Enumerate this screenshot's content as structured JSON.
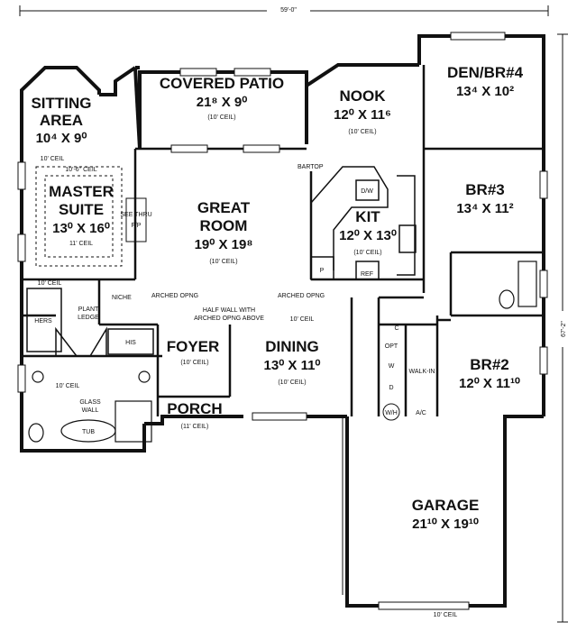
{
  "overall": {
    "width_label": "59'-0\"",
    "depth_label": "67'-2\""
  },
  "rooms": {
    "covered_patio": {
      "name": "COVERED PATIO",
      "dim": "21⁸ X 9⁰",
      "ceil": "(10' CEIL)"
    },
    "sitting_area": {
      "name1": "SITTING",
      "name2": "AREA",
      "dim": "10⁴ X 9⁰"
    },
    "master_suite": {
      "name1": "MASTER",
      "name2": "SUITE",
      "dim": "13⁰ X 16⁰",
      "ceil_tray": "10'-6\" CEIL",
      "ceil": "11' CEIL"
    },
    "nook": {
      "name": "NOOK",
      "dim": "12⁰ X 11⁶",
      "ceil": "(10' CEIL)"
    },
    "den": {
      "name": "DEN/BR#4",
      "dim": "13⁴ X 10²"
    },
    "great_room": {
      "name1": "GREAT",
      "name2": "ROOM",
      "dim": "19⁰ X 19⁸",
      "ceil": "(10' CEIL)"
    },
    "kit": {
      "name": "KIT",
      "dim": "12⁰ X 13⁰",
      "ceil": "(10' CEIL)"
    },
    "br3": {
      "name": "BR#3",
      "dim": "13⁴ X 11²"
    },
    "foyer": {
      "name": "FOYER",
      "ceil": "(10' CEIL)"
    },
    "dining": {
      "name": "DINING",
      "dim": "13⁰ X 11⁰",
      "ceil": "(10' CEIL)"
    },
    "br2": {
      "name": "BR#2",
      "dim": "12⁰ X 11¹⁰"
    },
    "porch": {
      "name": "PORCH",
      "ceil": "(11' CEIL)"
    },
    "garage": {
      "name": "GARAGE",
      "dim": "21¹⁰ X 19¹⁰",
      "ceil": "10' CEIL"
    }
  },
  "labels": {
    "bartop": "BARTOP",
    "dw": "D/W",
    "see_thru_1": "SEE THRU",
    "see_thru_2": "F/P",
    "niche": "NICHE",
    "arched_opng_1": "ARCHED OPNG",
    "arched_opng_2": "ARCHED OPNG",
    "half_wall_1": "HALF WALL WITH",
    "half_wall_2": "ARCHED OPNG ABOVE",
    "ceil_10_a": "10' CEIL",
    "ceil_10_b": "10' CEIL",
    "ceil_10_c": "10' CEIL",
    "ceil_10_d": "10' CEIL",
    "hers": "HERS",
    "his": "HIS",
    "plant_ledge_1": "PLANT",
    "plant_ledge_2": "LEDGE",
    "glass_wall_1": "GLASS",
    "glass_wall_2": "WALL",
    "tub": "TUB",
    "pantry": "P",
    "ref": "REF",
    "c": "C",
    "opt": "OPT",
    "w": "W",
    "d": "D",
    "walk_in": "WALK-IN",
    "wh": "W/H",
    "ac": "A/C"
  }
}
